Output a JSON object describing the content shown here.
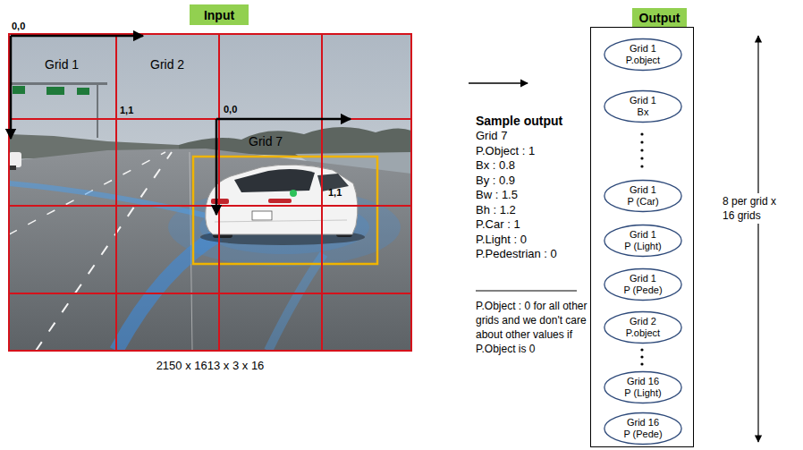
{
  "diagram": {
    "nodes": [
      {
        "text": [
          "Input"
        ]
      },
      {
        "text": [
          "Output"
        ]
      },
      {
        "text": [
          "Grid 1",
          "P.object"
        ],
        "in": 1
      },
      {
        "text": [
          "Grid 1",
          "Bx"
        ],
        "in": 1
      },
      {
        "text": [
          "Grid 1",
          "P (Car)"
        ],
        "in": 1
      },
      {
        "text": [
          "Grid 1",
          "P (Light)"
        ],
        "in": 1
      },
      {
        "text": [
          "Grid 1",
          "P (Pede)"
        ],
        "in": 1
      },
      {
        "text": [
          "Grid 2",
          "P.object"
        ],
        "in": 1
      },
      {
        "text": [
          "Grid 16",
          "P (Light)"
        ],
        "in": 1
      },
      {
        "text": [
          "Grid 16",
          "P (Pede)"
        ],
        "in": 1
      }
    ],
    "labels": [
      "0,0",
      "Grid 1",
      "Grid 2",
      "1,1",
      "0,0",
      "Grid 7",
      "1,1",
      "2150 x 1613 x 3 x 16",
      "Sample output",
      "Grid 7",
      "P.Object : 1",
      "Bx : 0.8",
      "By : 0.9",
      "Bw : 1.5",
      "Bh : 1.2",
      "P.Car : 1",
      "P.Light : 0",
      "P.Pedestrian : 0",
      "P.Object : 0 for all other grids and we don't care about other values if P.Object is 0",
      "8 per grid x 16 grids"
    ]
  }
}
